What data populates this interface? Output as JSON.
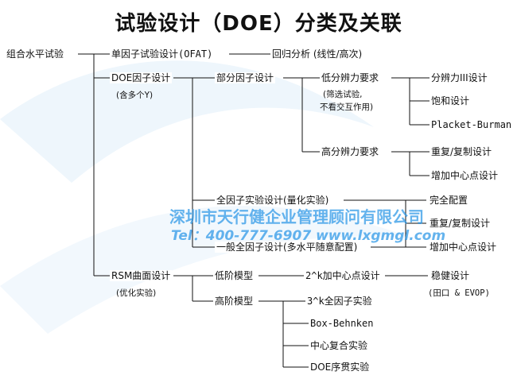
{
  "title": "试验设计（DOE）分类及关联",
  "nodes": {
    "root": "组合水平试验",
    "ofat": "单因子试验设计(OFAT)",
    "regression": "回归分析 (线性/高次)",
    "doe": "DOE因子设计",
    "doe_note": "(含多个Y)",
    "fractional": "部分因子设计",
    "low_res": "低分辨力要求",
    "low_res_note_1": "(筛选试验,",
    "low_res_note_2": "不看交互作用)",
    "res3": "分辨力III设计",
    "saturated": "饱和设计",
    "plackett": "Placket-Burman",
    "high_res": "高分辨力要求",
    "high_rep_1": "重复/复制设计",
    "high_center_1": "增加中心点设计",
    "full": "全因子实验设计(量化实验)",
    "full_config": "完全配置",
    "full_rep": "重复/复制设计",
    "full_center": "增加中心点设计",
    "general_full": "一般全因子设计(多水平随意配置)",
    "rsm": "RSM曲面设计",
    "rsm_note": "(优化实验)",
    "low_order": "低阶模型",
    "low_order_design": "2^k加中心点设计",
    "robust": "稳健设计",
    "robust_note": "(田口 & EVOP)",
    "high_order": "高阶模型",
    "full_3k": "3^k全因子实验",
    "box": "Box-Behnken",
    "ccd": "中心复合实验",
    "seq": "DOE序贯实验"
  },
  "watermark": {
    "company": "深圳市天行健企业管理顾问有限公司",
    "contact": "Tel：400-777-6907 www.lxgmgl.com"
  },
  "colors": {
    "line": "#111111",
    "watermark": "#2896e6",
    "bg_shape": "#e9f4fb"
  }
}
